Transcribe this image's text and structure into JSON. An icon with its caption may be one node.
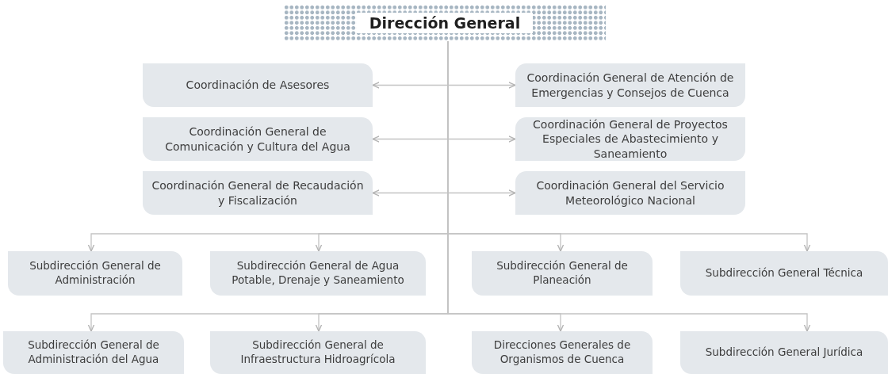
{
  "diagram": {
    "nodes": [
      {
        "text": [
          "Dirección General"
        ]
      },
      {
        "text": [
          "Coordinación de Asesores"
        ]
      },
      {
        "text": [
          "Coordinación General de Atención de Emergencias y Consejos de Cuenca"
        ]
      },
      {
        "text": [
          "Coordinación General de Comunicación y Cultura del Agua"
        ]
      },
      {
        "text": [
          "Coordinación General de Proyectos Especiales de Abastecimiento y Saneamiento"
        ]
      },
      {
        "text": [
          "Coordinación General de Recaudación y Fiscalización"
        ]
      },
      {
        "text": [
          "Coordinación General del Servicio Meteorológico Nacional"
        ]
      },
      {
        "text": [
          "Subdirección General de Administración"
        ]
      },
      {
        "text": [
          "Subdirección General de Agua Potable, Drenaje y Saneamiento"
        ]
      },
      {
        "text": [
          "Subdirección General de Planeación"
        ]
      },
      {
        "text": [
          "Subdirección General Técnica"
        ]
      },
      {
        "text": [
          "Subdirección General de Administración del Agua"
        ]
      },
      {
        "text": [
          "Subdirección General de Infraestructura Hidroagrícola"
        ]
      },
      {
        "text": [
          "Direcciones Generales de Organismos de Cuenca"
        ]
      },
      {
        "text": [
          "Subdirección General Jurídica"
        ]
      }
    ],
    "edges": [
      {
        "from": 0,
        "to": 1,
        "arrow": "to"
      },
      {
        "from": 0,
        "to": 2,
        "arrow": "to"
      },
      {
        "from": 0,
        "to": 3,
        "arrow": "to"
      },
      {
        "from": 0,
        "to": 4,
        "arrow": "to"
      },
      {
        "from": 0,
        "to": 5,
        "arrow": "to"
      },
      {
        "from": 0,
        "to": 6,
        "arrow": "to"
      },
      {
        "from": 0,
        "to": 7,
        "arrow": "to"
      },
      {
        "from": 0,
        "to": 8,
        "arrow": "to"
      },
      {
        "from": 0,
        "to": 9,
        "arrow": "to"
      },
      {
        "from": 0,
        "to": 10,
        "arrow": "to"
      },
      {
        "from": 0,
        "to": 11,
        "arrow": "to"
      },
      {
        "from": 0,
        "to": 12,
        "arrow": "to"
      },
      {
        "from": 0,
        "to": 13,
        "arrow": "to"
      },
      {
        "from": 0,
        "to": 14,
        "arrow": "to"
      }
    ]
  }
}
